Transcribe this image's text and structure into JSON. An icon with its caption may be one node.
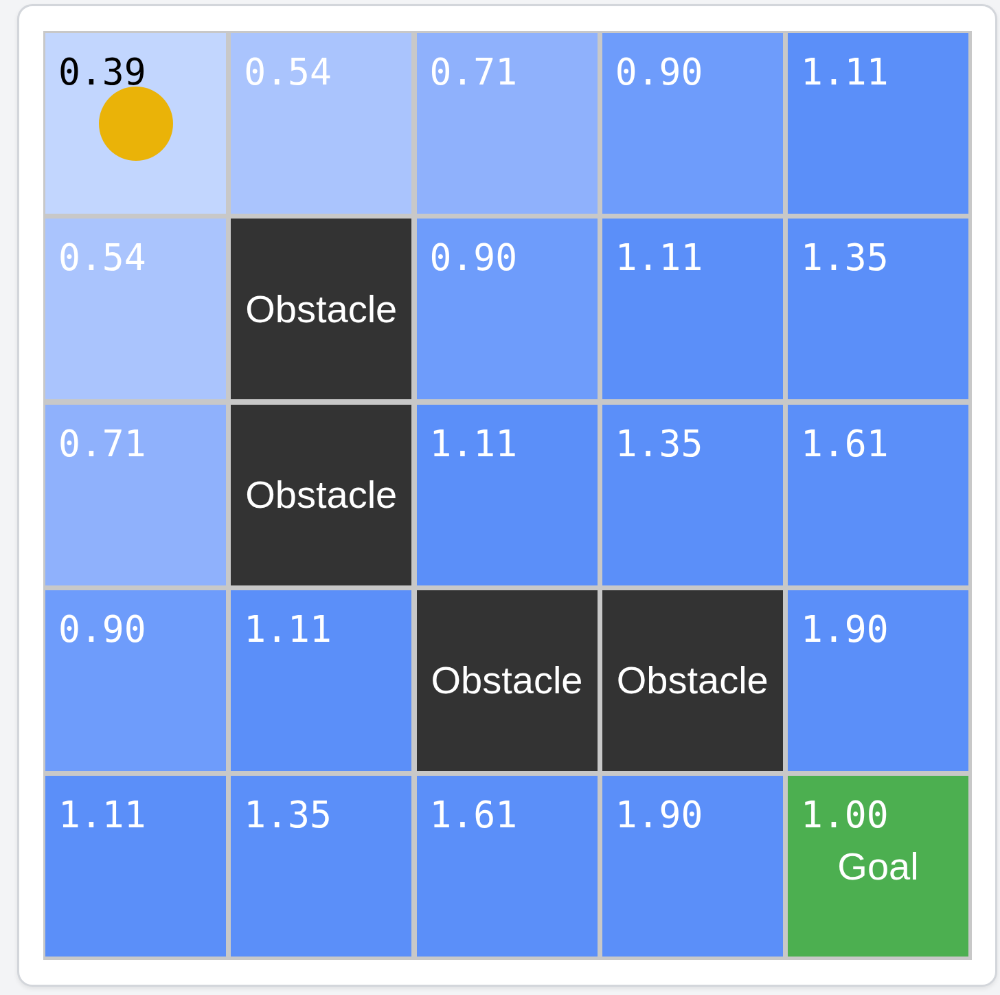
{
  "diagram": {
    "nodes": [
      {
        "text": [
          "0.39"
        ]
      },
      {
        "text": [],
        "shape": "circle",
        "in": 0
      },
      {
        "text": [
          "0.54"
        ]
      },
      {
        "text": [
          "0.71"
        ]
      },
      {
        "text": [
          "0.90"
        ]
      },
      {
        "text": [
          "1.11"
        ]
      },
      {
        "text": [
          "0.54"
        ]
      },
      {
        "text": [
          "Obstacle"
        ]
      },
      {
        "text": [
          "0.90"
        ]
      },
      {
        "text": [
          "1.11"
        ]
      },
      {
        "text": [
          "1.35"
        ]
      },
      {
        "text": [
          "0.71"
        ]
      },
      {
        "text": [
          "Obstacle"
        ]
      },
      {
        "text": [
          "1.11"
        ]
      },
      {
        "text": [
          "1.35"
        ]
      },
      {
        "text": [
          "1.61"
        ]
      },
      {
        "text": [
          "0.90"
        ]
      },
      {
        "text": [
          "1.11"
        ]
      },
      {
        "text": [
          "Obstacle"
        ]
      },
      {
        "text": [
          "Obstacle"
        ]
      },
      {
        "text": [
          "1.90"
        ]
      },
      {
        "text": [
          "1.11"
        ]
      },
      {
        "text": [
          "1.35"
        ]
      },
      {
        "text": [
          "1.61"
        ]
      },
      {
        "text": [
          "1.90"
        ]
      },
      {
        "text": [
          "1.00",
          "Goal"
        ]
      }
    ]
  }
}
